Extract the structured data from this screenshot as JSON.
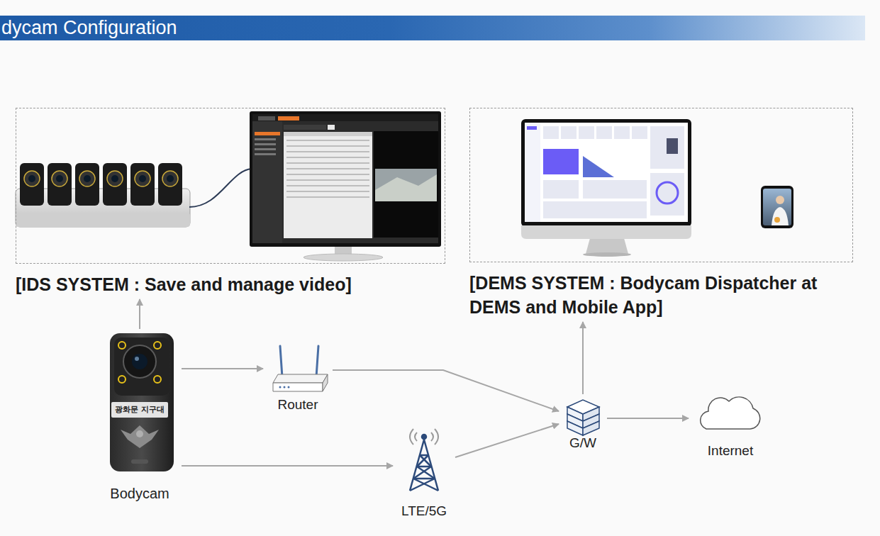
{
  "diagram": {
    "title": "dycam Configuration",
    "nodes": [
      {
        "text": [
          "[IDS SYSTEM : Save and manage video]"
        ]
      },
      {
        "text": [
          "[DEMS SYSTEM : Bodycam Dispatcher at DEMS and Mobile App]"
        ]
      },
      {
        "text": [
          "Bodycam"
        ]
      },
      {
        "text": [
          "Router"
        ]
      },
      {
        "text": [
          "LTE/5G"
        ]
      },
      {
        "text": [
          "G/W"
        ]
      },
      {
        "text": [
          "Internet"
        ]
      }
    ],
    "edges": [
      {
        "from": 2,
        "to": 0,
        "arrow": "to"
      },
      {
        "from": 2,
        "to": 3,
        "arrow": "to"
      },
      {
        "from": 3,
        "to": 5,
        "arrow": "to"
      },
      {
        "from": 2,
        "to": 4,
        "arrow": "to"
      },
      {
        "from": 4,
        "to": 5,
        "arrow": "to"
      },
      {
        "from": 5,
        "to": 1,
        "arrow": "to"
      },
      {
        "from": 5,
        "to": 6,
        "arrow": "to"
      }
    ],
    "labels": [
      "광화문 지구대"
    ]
  }
}
